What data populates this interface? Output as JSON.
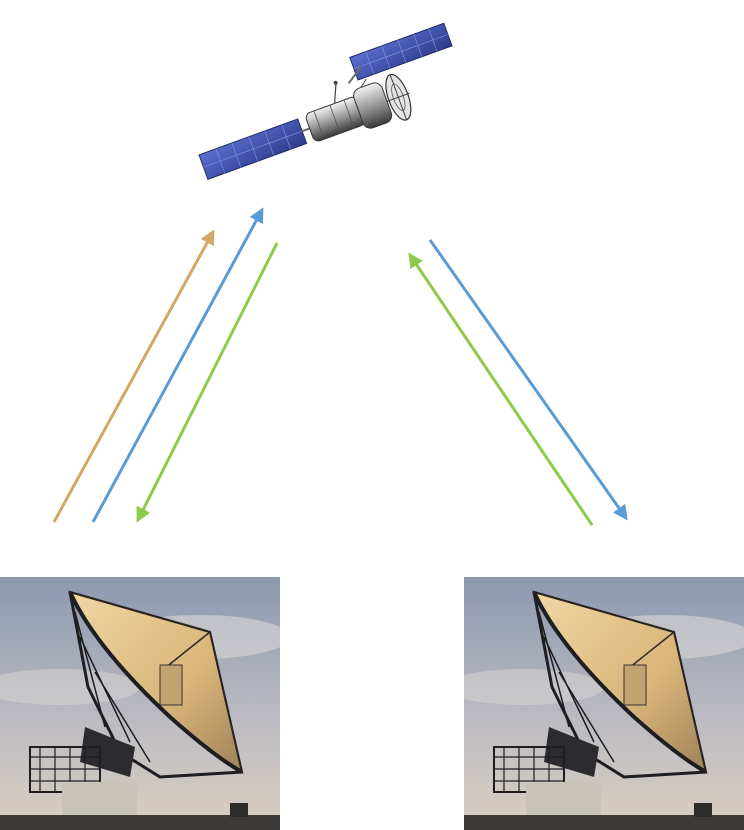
{
  "colors": {
    "uplink_orange": "#D4A766",
    "link_blue": "#5B9BD5",
    "link_green": "#8CCB4A",
    "panel_blue": "#3B4FA8",
    "sky_top": "#8C98B0",
    "sky_bottom": "#D9CFC2",
    "dish_gold": "#D9B579",
    "dish_shadow": "#5E5348",
    "structure_dark": "#1E1E22",
    "building": "#C9C4BA"
  },
  "icons": {
    "satellite": "satellite-icon",
    "left_antenna": "ground-station-dish-photo",
    "right_antenna": "ground-station-dish-photo"
  },
  "links": {
    "left": [
      "uplink-orange",
      "uplink-blue",
      "downlink-green"
    ],
    "right": [
      "uplink-green",
      "downlink-blue"
    ]
  }
}
